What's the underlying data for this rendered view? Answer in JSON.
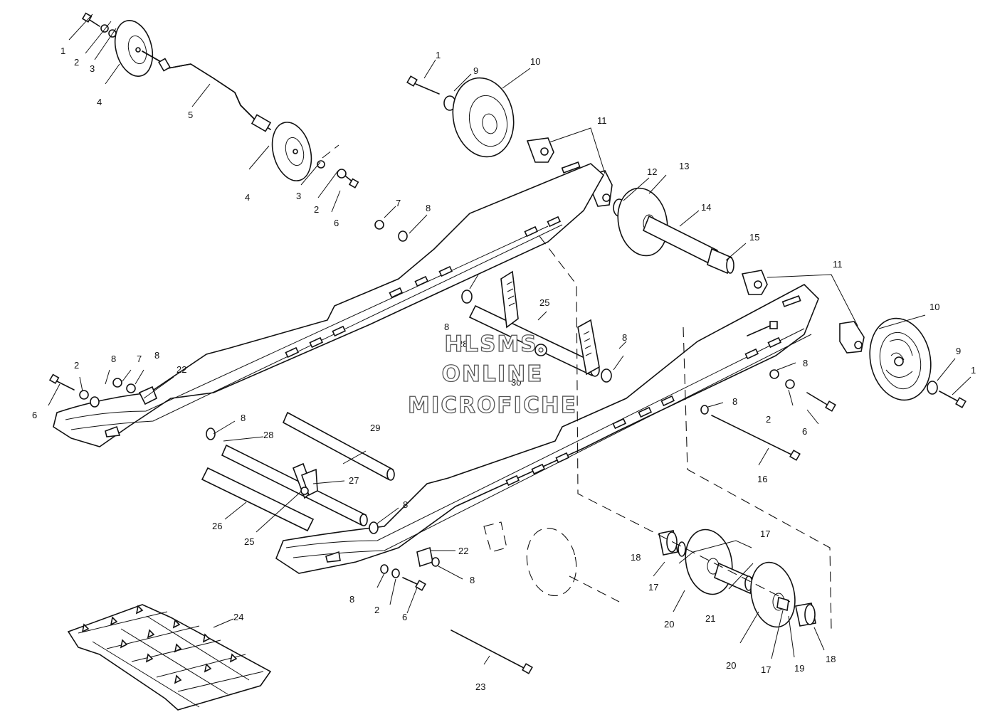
{
  "watermark": {
    "line1": "HLSMS",
    "line2": "ONLINE",
    "line3": "MICROFICHE"
  },
  "callouts": [
    {
      "id": "c1a",
      "text": "1"
    },
    {
      "id": "c2a",
      "text": "2"
    },
    {
      "id": "c3a",
      "text": "3"
    },
    {
      "id": "c4a",
      "text": "4"
    },
    {
      "id": "c5",
      "text": "5"
    },
    {
      "id": "c4b",
      "text": "4"
    },
    {
      "id": "c3b",
      "text": "3"
    },
    {
      "id": "c2b",
      "text": "2"
    },
    {
      "id": "c6a",
      "text": "6"
    },
    {
      "id": "c1b",
      "text": "1"
    },
    {
      "id": "c9a",
      "text": "9"
    },
    {
      "id": "c10a",
      "text": "10"
    },
    {
      "id": "c11a",
      "text": "11"
    },
    {
      "id": "c12",
      "text": "12"
    },
    {
      "id": "c13",
      "text": "13"
    },
    {
      "id": "c14",
      "text": "14"
    },
    {
      "id": "c15",
      "text": "15"
    },
    {
      "id": "c7a",
      "text": "7"
    },
    {
      "id": "c8a",
      "text": "8"
    },
    {
      "id": "c11b",
      "text": "11"
    },
    {
      "id": "c10b",
      "text": "10"
    },
    {
      "id": "c9b",
      "text": "9"
    },
    {
      "id": "c1c",
      "text": "1"
    },
    {
      "id": "c8b",
      "text": "8"
    },
    {
      "id": "c2c",
      "text": "2"
    },
    {
      "id": "c6b",
      "text": "6"
    },
    {
      "id": "c8c",
      "text": "8"
    },
    {
      "id": "c16",
      "text": "16"
    },
    {
      "id": "c8d",
      "text": "8"
    },
    {
      "id": "c25a",
      "text": "25"
    },
    {
      "id": "c8e",
      "text": "8"
    },
    {
      "id": "c28a",
      "text": "28"
    },
    {
      "id": "c30",
      "text": "30"
    },
    {
      "id": "c2d",
      "text": "2"
    },
    {
      "id": "c8f",
      "text": "8"
    },
    {
      "id": "c7b",
      "text": "7"
    },
    {
      "id": "c8g",
      "text": "8"
    },
    {
      "id": "c22a",
      "text": "22"
    },
    {
      "id": "c6c",
      "text": "6"
    },
    {
      "id": "c8h",
      "text": "8"
    },
    {
      "id": "c28b",
      "text": "28"
    },
    {
      "id": "c29",
      "text": "29"
    },
    {
      "id": "c27",
      "text": "27"
    },
    {
      "id": "c26",
      "text": "26"
    },
    {
      "id": "c25b",
      "text": "25"
    },
    {
      "id": "c8i",
      "text": "8"
    },
    {
      "id": "c22b",
      "text": "22"
    },
    {
      "id": "c8j",
      "text": "8"
    },
    {
      "id": "c8k",
      "text": "8"
    },
    {
      "id": "c2e",
      "text": "2"
    },
    {
      "id": "c6d",
      "text": "6"
    },
    {
      "id": "c17a",
      "text": "17"
    },
    {
      "id": "c18a",
      "text": "18"
    },
    {
      "id": "c17b",
      "text": "17"
    },
    {
      "id": "c20a",
      "text": "20"
    },
    {
      "id": "c21",
      "text": "21"
    },
    {
      "id": "c20b",
      "text": "20"
    },
    {
      "id": "c17c",
      "text": "17"
    },
    {
      "id": "c19",
      "text": "19"
    },
    {
      "id": "c18b",
      "text": "18"
    },
    {
      "id": "c24",
      "text": "24"
    },
    {
      "id": "c23",
      "text": "23"
    }
  ]
}
